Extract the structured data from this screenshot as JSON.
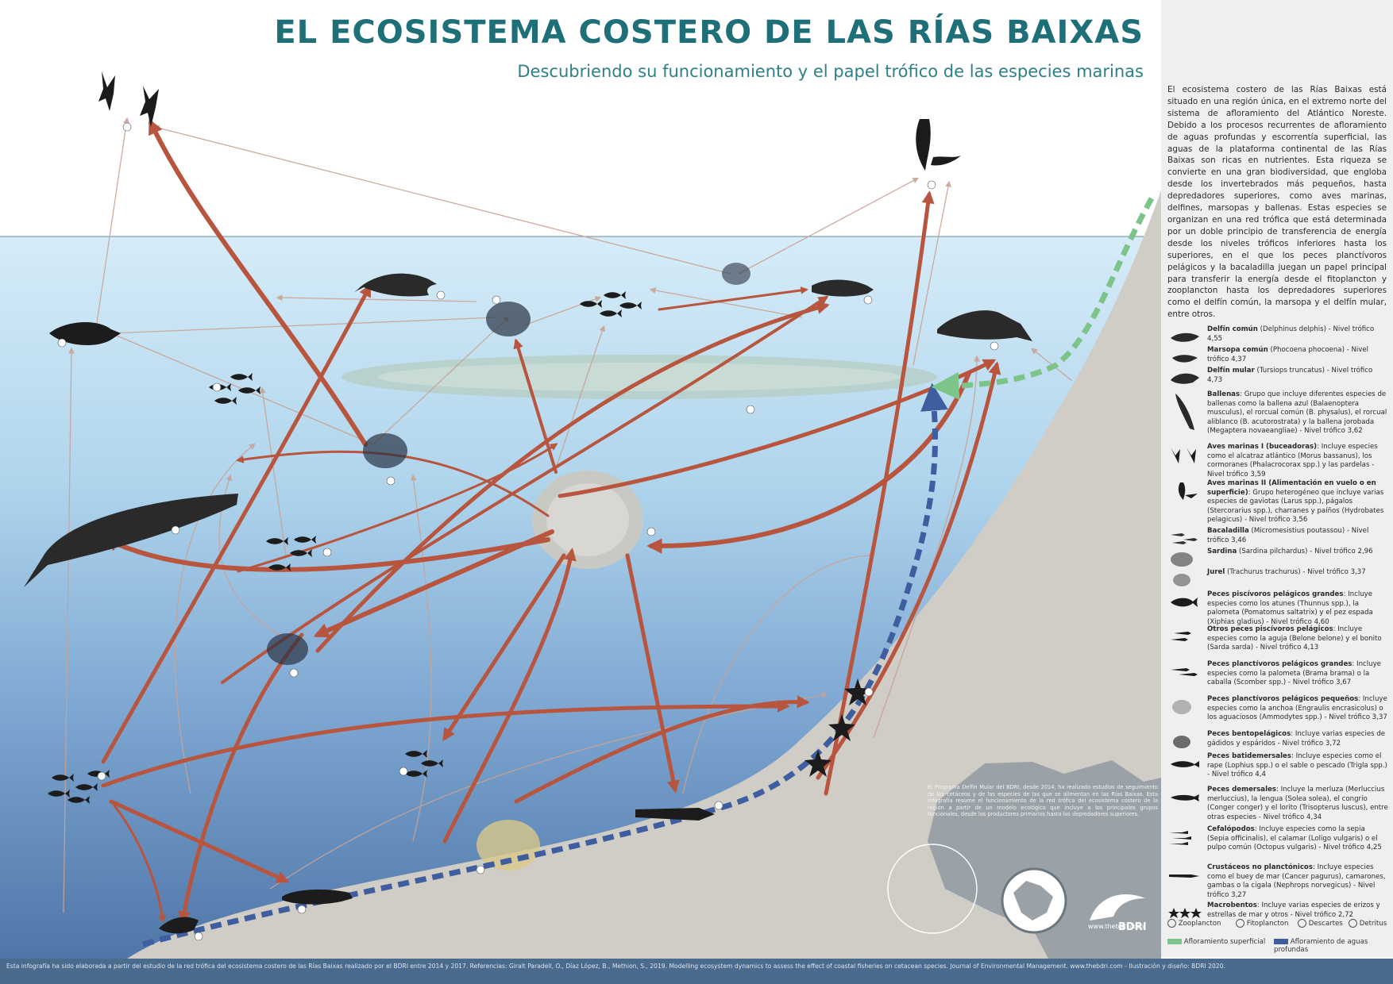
{
  "title": "EL ECOSISTEMA COSTERO DE LAS RÍAS BAIXAS",
  "subtitle": "Descubriendo su funcionamiento y el papel trófico de las especies marinas",
  "intro": "El ecosistema costero de las Rías Baixas está situado en una región única, en el extremo norte del sistema de afloramiento del Atlántico Noreste. Debido a los procesos recurrentes de afloramiento de aguas profundas y escorrentía superficial, las aguas de la plataforma continental de las Rías Baixas son ricas en nutrientes. Esta riqueza se convierte en una gran biodiversidad, que engloba desde los invertebrados más pequeños, hasta depredadores superiores, como aves marinas, delfines, marsopas y ballenas. Estas especies se organizan en una red trófica que está determinada por un doble principio de transferencia de energía desde los niveles tróficos inferiores hasta los superiores, en el que los peces planctívoros pelágicos y la bacaladilla juegan un papel principal para transferir la energía desde el fitoplancton y zooplancton hasta los depredadores superiores como el delfín común, la marsopa y el delfín mular, entre otros.",
  "legend": [
    {
      "icon": "common-dolphin-icon",
      "name": "Delfín común",
      "text": " (Delphinus delphis) - Nivel trófico 4,55"
    },
    {
      "icon": "porpoise-icon",
      "name": "Marsopa común",
      "text": " (Phocoena phocoena) - Nivel trófico 4,37"
    },
    {
      "icon": "bottlenose-dolphin-icon",
      "name": "Delfín mular",
      "text": " (Tursiops truncatus) - Nivel trófico 4,73"
    },
    {
      "icon": "whale-icon",
      "name": "Ballenas",
      "text": ": Grupo que incluye diferentes especies de ballenas como la ballena azul (Balaenoptera musculus), el rorcual común (B. physalus), el rorcual aliblanco (B. acutorostrata) y la ballena jorobada (Megaptera novaeangliae) - Nivel trófico 3,62"
    },
    {
      "icon": "diving-seabird-icon",
      "name": "Aves marinas I (buceadoras)",
      "text": ": Incluye especies como el alcatraz atlántico (Morus bassanus), los cormoranes (Phalacrocorax spp.) y las pardelas - Nivel trófico 3,59"
    },
    {
      "icon": "surface-seabird-icon",
      "name": "Aves marinas II (Alimentación en vuelo o en superficie)",
      "text": ": Grupo heterogéneo que incluye varias especies de gaviotas (Larus spp.), págalos (Stercorarius spp.), charranes y paíños (Hydrobates pelagicus) - Nivel trófico 3,56"
    },
    {
      "icon": "blue-whiting-icon",
      "name": "Bacaladilla",
      "text": " (Micromesistius poutassou) - Nivel trófico 3,46"
    },
    {
      "icon": "sardine-icon",
      "name": "Sardina",
      "text": " (Sardina pilchardus) - Nivel trófico 2,96"
    },
    {
      "icon": "horse-mackerel-icon",
      "name": "Jurel",
      "text": " (Trachurus trachurus) - Nivel trófico 3,37"
    },
    {
      "icon": "tuna-icon",
      "name": "Peces piscívoros pelágicos grandes",
      "text": ": Incluye especies como los atunes (Thunnus spp.), la palometa (Pomatomus saltatrix) y el pez espada (Xiphias gladius) - Nivel trófico 4,60"
    },
    {
      "icon": "pelagic-piscivore-icon",
      "name": "Otros peces piscívoros pelágicos",
      "text": ": Incluye especies como la aguja (Belone belone) y el bonito (Sarda sarda) - Nivel trófico 4,13"
    },
    {
      "icon": "large-planktivore-icon",
      "name": "Peces planctívoros pelágicos grandes",
      "text": ": Incluye especies como la palometa (Brama brama) o la caballa (Scomber spp.) - Nivel trófico 3,67"
    },
    {
      "icon": "small-planktivore-icon",
      "name": "Peces planctívoros pelágicos pequeños",
      "text": ": Incluye especies como la anchoa (Engraulis encrasicolus) o los aguaciosos (Ammodytes spp.) - Nivel trófico 3,37"
    },
    {
      "icon": "benthopelagic-icon",
      "name": "Peces bentopelágicos",
      "text": ": Incluye varias especies de gádidos y espáridos - Nivel trófico 3,72"
    },
    {
      "icon": "bathydemersal-icon",
      "name": "Peces batidemersales",
      "text": ": Incluye especies como el rape (Lophius spp.) o el sable o pescado (Trigla spp.) - Nivel trófico 4,4"
    },
    {
      "icon": "demersal-fish-icon",
      "name": "Peces demersales",
      "text": ": Incluye la merluza (Merluccius merluccius), la lengua (Solea solea), el congrio (Conger conger) y el lorito (Trisopterus luscus), entre otras especies - Nivel trófico 4,34"
    },
    {
      "icon": "cephalopod-icon",
      "name": "Cefalópodos",
      "text": ": Incluye especies como la sepia (Sepia officinalis), el calamar (Loligo vulgaris) o el pulpo común (Octopus vulgaris) - Nivel trófico 4,25"
    },
    {
      "icon": "crustacean-icon",
      "name": "Crustáceos no planctónicos",
      "text": ": Incluye especies como el buey de mar (Cancer pagurus), camarones, gambas o la cigala (Nephrops norvegicus) - Nivel trófico 3,27"
    },
    {
      "icon": "starfish-icon",
      "name": "Macrobentos",
      "text": ": Incluye varias especies de erizos y estrellas de mar y otros - Nivel trófico 2,72"
    }
  ],
  "keys": {
    "zooplankton": "Zooplancton",
    "phytoplankton": "Fitoplancton",
    "discards": "Descartes",
    "detritus": "Detritus",
    "upwelling": "Afloramiento superficial",
    "deep_upwelling": "Afloramiento de aguas profundas"
  },
  "map_note": "El Programa Delfín Mular del BDRI, desde 2014, ha realizado estudios de seguimiento de los cetáceos y de las especies de las que se alimentan en las Rías Baixas. Esta infografía resume el funcionamiento de la red trófica del ecosistema costero de la región a partir de un modelo ecológico que incluye a los principales grupos funcionales, desde los productores primarios hasta los depredadores superiores.",
  "website": "www.thebdri.com",
  "logo_text": "BDRI",
  "footer": "Esta infografía ha sido elaborada a partir del estudio de la red trófica del ecosistema costero de las Rías Baixas realizado por el BDRI entre 2014 y 2017. Referencias: Giralt Paradell, O., Díaz López, B., Methion, S., 2019. Modelling ecosystem dynamics to assess the effect of coastal fisheries on cetacean species. Journal of Environmental Management. www.thebdri.com - Ilustración y diseño: BDRI 2020."
}
